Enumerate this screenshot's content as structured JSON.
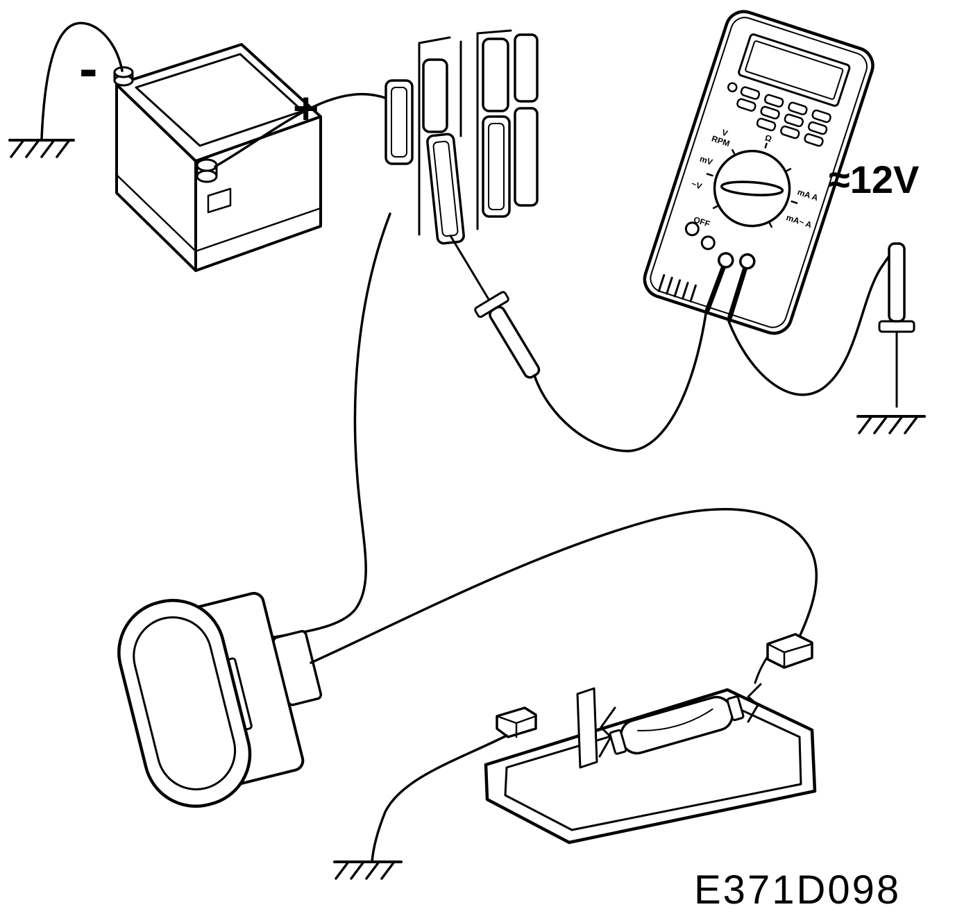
{
  "colors": {
    "ink": "#000000",
    "paper": "#ffffff"
  },
  "battery": {
    "negative_label": "-",
    "positive_label": "+"
  },
  "multimeter": {
    "dial_labels": [
      "V",
      "RPM",
      "mV",
      "~V",
      "OFF",
      "Ω",
      "mA A",
      "mA~ A"
    ]
  },
  "annotations": {
    "voltage": "≈12V",
    "figure_code": "E371D098"
  }
}
